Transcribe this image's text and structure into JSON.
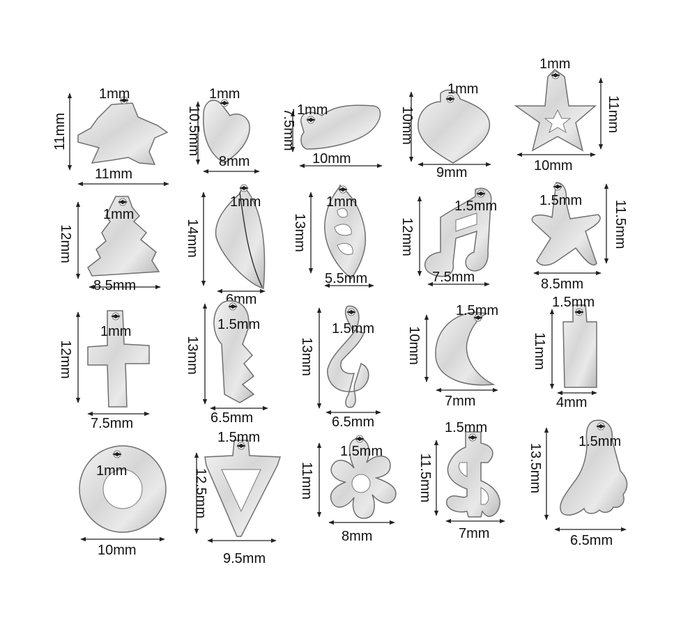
{
  "charms": [
    {
      "name": "puzzle-star",
      "width": "11mm",
      "height": "11mm",
      "hole": "1mm"
    },
    {
      "name": "heart-tilted",
      "width": "8mm",
      "height": "10.5mm",
      "hole": "1mm"
    },
    {
      "name": "heart-sideways",
      "width": "10mm",
      "height": "7.5mm",
      "hole": "1mm"
    },
    {
      "name": "heart",
      "width": "9mm",
      "height": "10mm",
      "hole": "1mm"
    },
    {
      "name": "star-cutout",
      "width": "10mm",
      "height": "11mm",
      "hole": "1mm"
    },
    {
      "name": "tree",
      "width": "8.5mm",
      "height": "12mm",
      "hole": "1mm"
    },
    {
      "name": "feather-leaf",
      "width": "6mm",
      "height": "14mm",
      "hole": "1mm"
    },
    {
      "name": "skeleton-leaf",
      "width": "5.5mm",
      "height": "13mm",
      "hole": "1mm"
    },
    {
      "name": "music-note",
      "width": "7.5mm",
      "height": "12mm",
      "hole": "1.5mm"
    },
    {
      "name": "starfish",
      "width": "8.5mm",
      "height": "11.5mm",
      "hole": "1.5mm"
    },
    {
      "name": "cross",
      "width": "7.5mm",
      "height": "12mm",
      "hole": "1mm"
    },
    {
      "name": "key",
      "width": "6.5mm",
      "height": "13mm",
      "hole": "1.5mm"
    },
    {
      "name": "treble-clef",
      "width": "6.5mm",
      "height": "13mm",
      "hole": "1.5mm"
    },
    {
      "name": "crescent-moon",
      "width": "7mm",
      "height": "10mm",
      "hole": "1.5mm"
    },
    {
      "name": "rectangle-tag",
      "width": "4mm",
      "height": "11mm",
      "hole": "1.5mm"
    },
    {
      "name": "ring-washer",
      "width": "10mm",
      "height": "",
      "hole": "1mm"
    },
    {
      "name": "triangle-cutout",
      "width": "9.5mm",
      "height": "12.5mm",
      "hole": "1.5mm"
    },
    {
      "name": "flower",
      "width": "8mm",
      "height": "11mm",
      "hole": "1.5mm"
    },
    {
      "name": "dollar-sign",
      "width": "7mm",
      "height": "11.5mm",
      "hole": "1.5mm"
    },
    {
      "name": "footprint",
      "width": "6.5mm",
      "height": "13.5mm",
      "hole": "1.5mm"
    }
  ]
}
